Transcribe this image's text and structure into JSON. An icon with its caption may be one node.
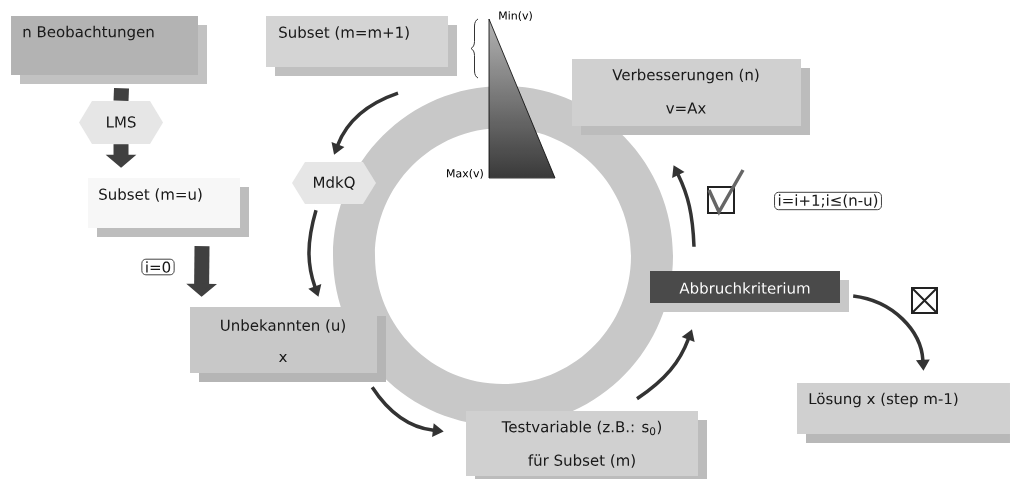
{
  "diagram": {
    "nodes": [
      {
        "text": [
          "n Beobachtungen"
        ]
      },
      {
        "text": [
          "LMS"
        ]
      },
      {
        "text": [
          "Subset (m=u)"
        ]
      },
      {
        "text": [
          "Unbekannten (u)",
          "x"
        ]
      },
      {
        "text": [
          "MdkQ"
        ]
      },
      {
        "text": [
          "Subset (m=m+1)"
        ]
      },
      {
        "text": [
          "Verbesserungen (n)",
          "v=Ax"
        ]
      },
      {
        "text": [
          "Abbruchkriterium"
        ]
      },
      {
        "text": [
          "Testvariable (z.B.: s$_{0}$)",
          "für Subset (m)"
        ]
      },
      {
        "text": [
          "Lösung x (step m-1)"
        ]
      },
      {
        "text": [
          "i=0"
        ]
      },
      {
        "text": [
          "i=i+1;i≤(n-u)"
        ]
      }
    ],
    "edges": [
      {
        "from": 0,
        "to": 1,
        "arrow": "none",
        "style": "thick"
      },
      {
        "from": 1,
        "to": 2,
        "arrow": "to",
        "style": "thick"
      },
      {
        "from": 2,
        "to": 3,
        "arrow": "to",
        "style": "thick"
      },
      {
        "from": 5,
        "to": 4,
        "arrow": "to"
      },
      {
        "from": 4,
        "to": 3,
        "arrow": "to"
      },
      {
        "from": 3,
        "to": 8,
        "arrow": "to"
      },
      {
        "from": 8,
        "to": 7,
        "arrow": "to"
      },
      {
        "from": 7,
        "to": 6,
        "arrow": "to"
      },
      {
        "from": 7,
        "to": 9,
        "arrow": "to"
      }
    ],
    "labels": [
      "Min(v)",
      "Max(v)"
    ]
  }
}
